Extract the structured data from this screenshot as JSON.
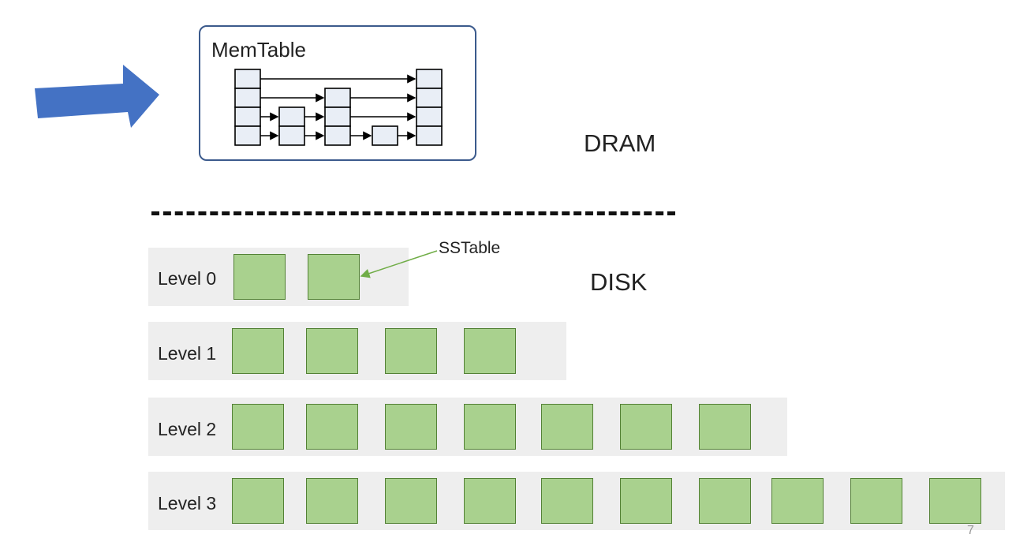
{
  "memtable": {
    "title": "MemTable"
  },
  "regions": {
    "dram": "DRAM",
    "disk": "DISK"
  },
  "callout": {
    "sstable": "SSTable"
  },
  "levels": [
    {
      "label": "Level 0",
      "sstable_count": 2
    },
    {
      "label": "Level 1",
      "sstable_count": 4
    },
    {
      "label": "Level 2",
      "sstable_count": 7
    },
    {
      "label": "Level 3",
      "sstable_count": 10
    }
  ],
  "page_number": "7",
  "colors": {
    "sstable_fill": "#a9d18e",
    "sstable_border": "#538135",
    "arrow": "#4472c4",
    "memtable_border": "#3b5a8c",
    "level_background": "#eeeeee",
    "callout_line": "#70ad47"
  }
}
